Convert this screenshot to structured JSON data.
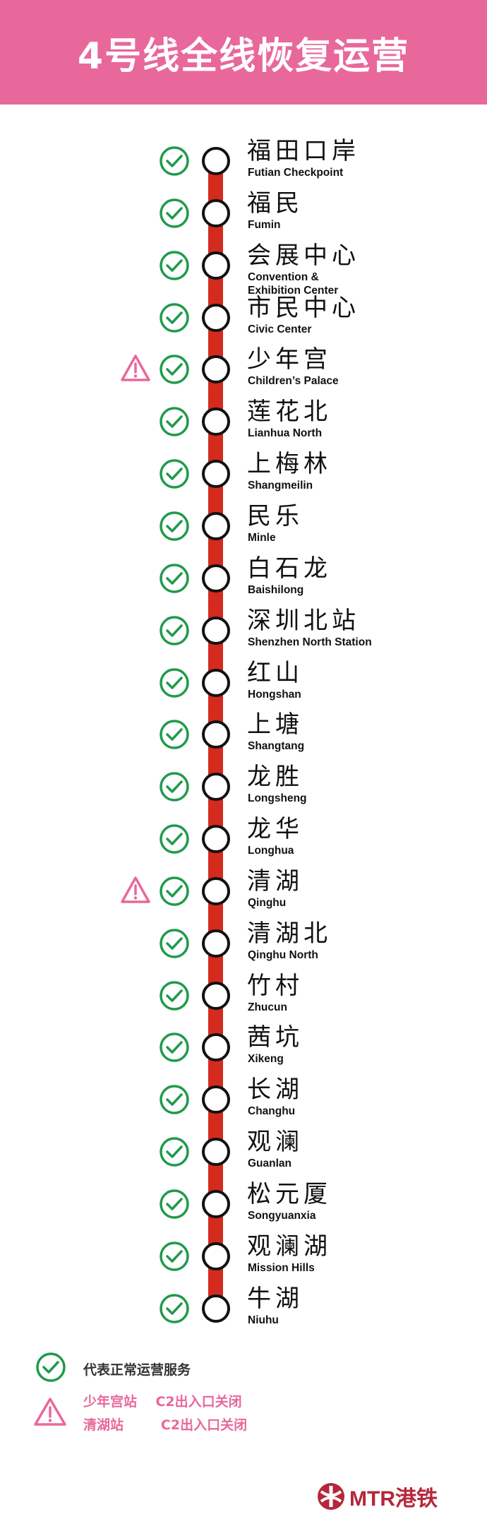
{
  "title": "4号线全线恢复运营",
  "colors": {
    "header": "#e8689b",
    "line": "#d52a1e",
    "check": "#1f9a4b",
    "warn": "#e8689b",
    "mtr": "#b5273a"
  },
  "stations": [
    {
      "cn": "福田口岸",
      "en": "Futian Checkpoint",
      "status": "ok"
    },
    {
      "cn": "福民",
      "en": "Fumin",
      "status": "ok"
    },
    {
      "cn": "会展中心",
      "en": "Convention &\nExhibition Center",
      "status": "ok"
    },
    {
      "cn": "市民中心",
      "en": "Civic Center",
      "status": "ok"
    },
    {
      "cn": "少年宫",
      "en": "Children’s Palace",
      "status": "warn"
    },
    {
      "cn": "莲花北",
      "en": "Lianhua North",
      "status": "ok"
    },
    {
      "cn": "上梅林",
      "en": "Shangmeilin",
      "status": "ok"
    },
    {
      "cn": "民乐",
      "en": "Minle",
      "status": "ok"
    },
    {
      "cn": "白石龙",
      "en": "Baishilong",
      "status": "ok"
    },
    {
      "cn": "深圳北站",
      "en": "Shenzhen North Station",
      "status": "ok"
    },
    {
      "cn": "红山",
      "en": "Hongshan",
      "status": "ok"
    },
    {
      "cn": "上塘",
      "en": "Shangtang",
      "status": "ok"
    },
    {
      "cn": "龙胜",
      "en": "Longsheng",
      "status": "ok"
    },
    {
      "cn": "龙华",
      "en": "Longhua",
      "status": "ok"
    },
    {
      "cn": "清湖",
      "en": "Qinghu",
      "status": "warn"
    },
    {
      "cn": "清湖北",
      "en": "Qinghu North",
      "status": "ok"
    },
    {
      "cn": "竹村",
      "en": "Zhucun",
      "status": "ok"
    },
    {
      "cn": "茜坑",
      "en": "Xikeng",
      "status": "ok"
    },
    {
      "cn": "长湖",
      "en": "Changhu",
      "status": "ok"
    },
    {
      "cn": "观澜",
      "en": "Guanlan",
      "status": "ok"
    },
    {
      "cn": "松元厦",
      "en": "Songyuanxia",
      "status": "ok"
    },
    {
      "cn": "观澜湖",
      "en": "Mission Hills",
      "status": "ok"
    },
    {
      "cn": "牛湖",
      "en": "Niuhu",
      "status": "ok"
    }
  ],
  "legend": {
    "ok_text": "代表正常运营服务",
    "warn_lines": [
      "少年宫站    C2出入口关闭",
      "清湖站        C2出入口关闭"
    ]
  },
  "logo": {
    "text": "MTR港铁"
  }
}
